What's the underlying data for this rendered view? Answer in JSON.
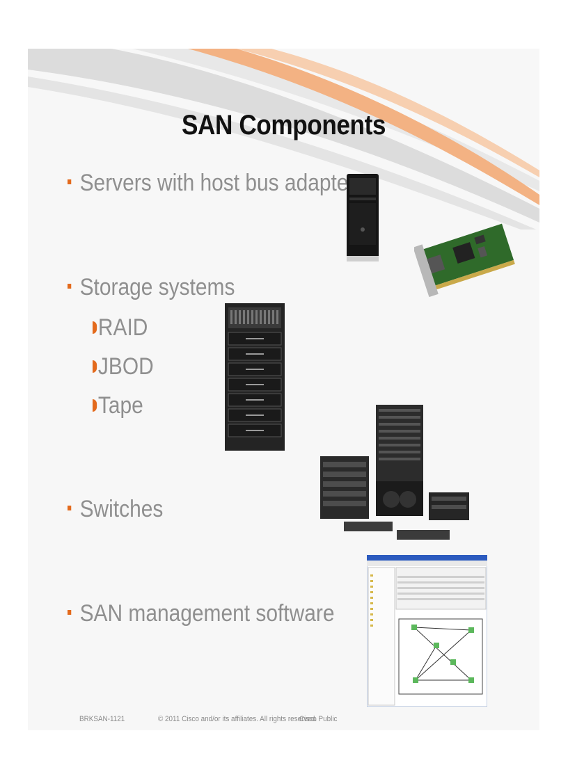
{
  "slide": {
    "title": "SAN Components",
    "bullets": [
      "Servers with host bus adapters",
      "Storage systems",
      "Switches",
      "SAN management software"
    ],
    "storage_sub_items": [
      "RAID",
      "JBOD",
      "Tape"
    ]
  },
  "footer": {
    "code": "BRKSAN-1121",
    "copyright": "© 2011 Cisco and/or its affiliates. All rights reserved.",
    "classification": "Cisco Public"
  },
  "colors": {
    "accent_orange": "#e36a1c",
    "bullet_text": "#8f8f8f",
    "title_text": "#111111"
  },
  "icons": [
    "bullet-square-icon",
    "arrow-bullet-icon",
    "tower-server-image",
    "host-bus-adapter-card-image",
    "storage-rack-image",
    "switch-chassis-image",
    "san-management-screenshot-image"
  ]
}
